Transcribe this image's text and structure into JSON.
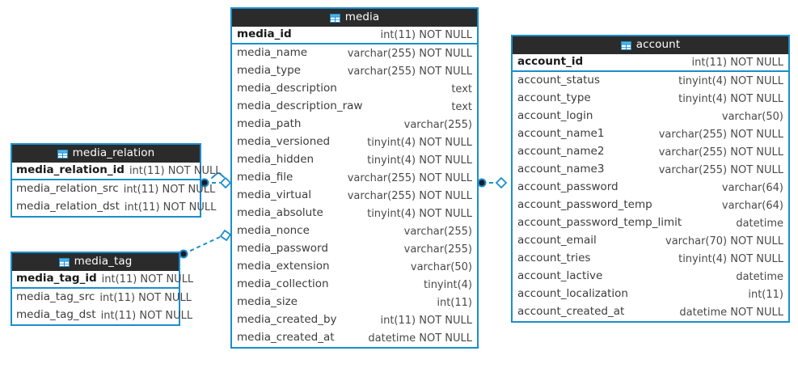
{
  "diagram": {
    "type": "er-diagram",
    "title": "",
    "background_color": "#ffffff",
    "accent_color": "#1b8ecb",
    "header_color": "#2b2b2b",
    "icon_name": "table-icon"
  },
  "entities": [
    {
      "name": "media",
      "icon": "table-icon",
      "primary_key": {
        "column": "media_id",
        "type": "int(11) NOT NULL"
      },
      "columns": [
        {
          "column": "media_name",
          "type": "varchar(255) NOT NULL"
        },
        {
          "column": "media_type",
          "type": "varchar(255) NOT NULL"
        },
        {
          "column": "media_description",
          "type": "text"
        },
        {
          "column": "media_description_raw",
          "type": "text"
        },
        {
          "column": "media_path",
          "type": "varchar(255)"
        },
        {
          "column": "media_versioned",
          "type": "tinyint(4) NOT NULL"
        },
        {
          "column": "media_hidden",
          "type": "tinyint(4) NOT NULL"
        },
        {
          "column": "media_file",
          "type": "varchar(255) NOT NULL"
        },
        {
          "column": "media_virtual",
          "type": "varchar(255) NOT NULL"
        },
        {
          "column": "media_absolute",
          "type": "tinyint(4) NOT NULL"
        },
        {
          "column": "media_nonce",
          "type": "varchar(255)"
        },
        {
          "column": "media_password",
          "type": "varchar(255)"
        },
        {
          "column": "media_extension",
          "type": "varchar(50)"
        },
        {
          "column": "media_collection",
          "type": "tinyint(4)"
        },
        {
          "column": "media_size",
          "type": "int(11)"
        },
        {
          "column": "media_created_by",
          "type": "int(11) NOT NULL"
        },
        {
          "column": "media_created_at",
          "type": "datetime NOT NULL"
        }
      ]
    },
    {
      "name": "account",
      "icon": "table-icon",
      "primary_key": {
        "column": "account_id",
        "type": "int(11) NOT NULL"
      },
      "columns": [
        {
          "column": "account_status",
          "type": "tinyint(4) NOT NULL"
        },
        {
          "column": "account_type",
          "type": "tinyint(4) NOT NULL"
        },
        {
          "column": "account_login",
          "type": "varchar(50)"
        },
        {
          "column": "account_name1",
          "type": "varchar(255) NOT NULL"
        },
        {
          "column": "account_name2",
          "type": "varchar(255) NOT NULL"
        },
        {
          "column": "account_name3",
          "type": "varchar(255) NOT NULL"
        },
        {
          "column": "account_password",
          "type": "varchar(64)"
        },
        {
          "column": "account_password_temp",
          "type": "varchar(64)"
        },
        {
          "column": "account_password_temp_limit",
          "type": "datetime"
        },
        {
          "column": "account_email",
          "type": "varchar(70) NOT NULL"
        },
        {
          "column": "account_tries",
          "type": "tinyint(4) NOT NULL"
        },
        {
          "column": "account_lactive",
          "type": "datetime"
        },
        {
          "column": "account_localization",
          "type": "int(11)"
        },
        {
          "column": "account_created_at",
          "type": "datetime NOT NULL"
        }
      ]
    },
    {
      "name": "media_relation",
      "icon": "table-icon",
      "primary_key": {
        "column": "media_relation_id",
        "type": "int(11) NOT NULL"
      },
      "columns": [
        {
          "column": "media_relation_src",
          "type": "int(11) NOT NULL"
        },
        {
          "column": "media_relation_dst",
          "type": "int(11) NOT NULL"
        }
      ]
    },
    {
      "name": "media_tag",
      "icon": "table-icon",
      "primary_key": {
        "column": "media_tag_id",
        "type": "int(11) NOT NULL"
      },
      "columns": [
        {
          "column": "media_tag_src",
          "type": "int(11) NOT NULL"
        },
        {
          "column": "media_tag_dst",
          "type": "int(11) NOT NULL"
        }
      ]
    }
  ],
  "relations": [
    {
      "from": "media_relation",
      "to": "media",
      "from_marker": "dot",
      "to_marker": "diamond",
      "style": "dashed"
    },
    {
      "from": "media_tag",
      "to": "media",
      "from_marker": "dot",
      "to_marker": "diamond",
      "style": "dashed"
    },
    {
      "from": "media",
      "to": "account",
      "from_marker": "dot",
      "to_marker": "diamond",
      "style": "dashed"
    }
  ]
}
